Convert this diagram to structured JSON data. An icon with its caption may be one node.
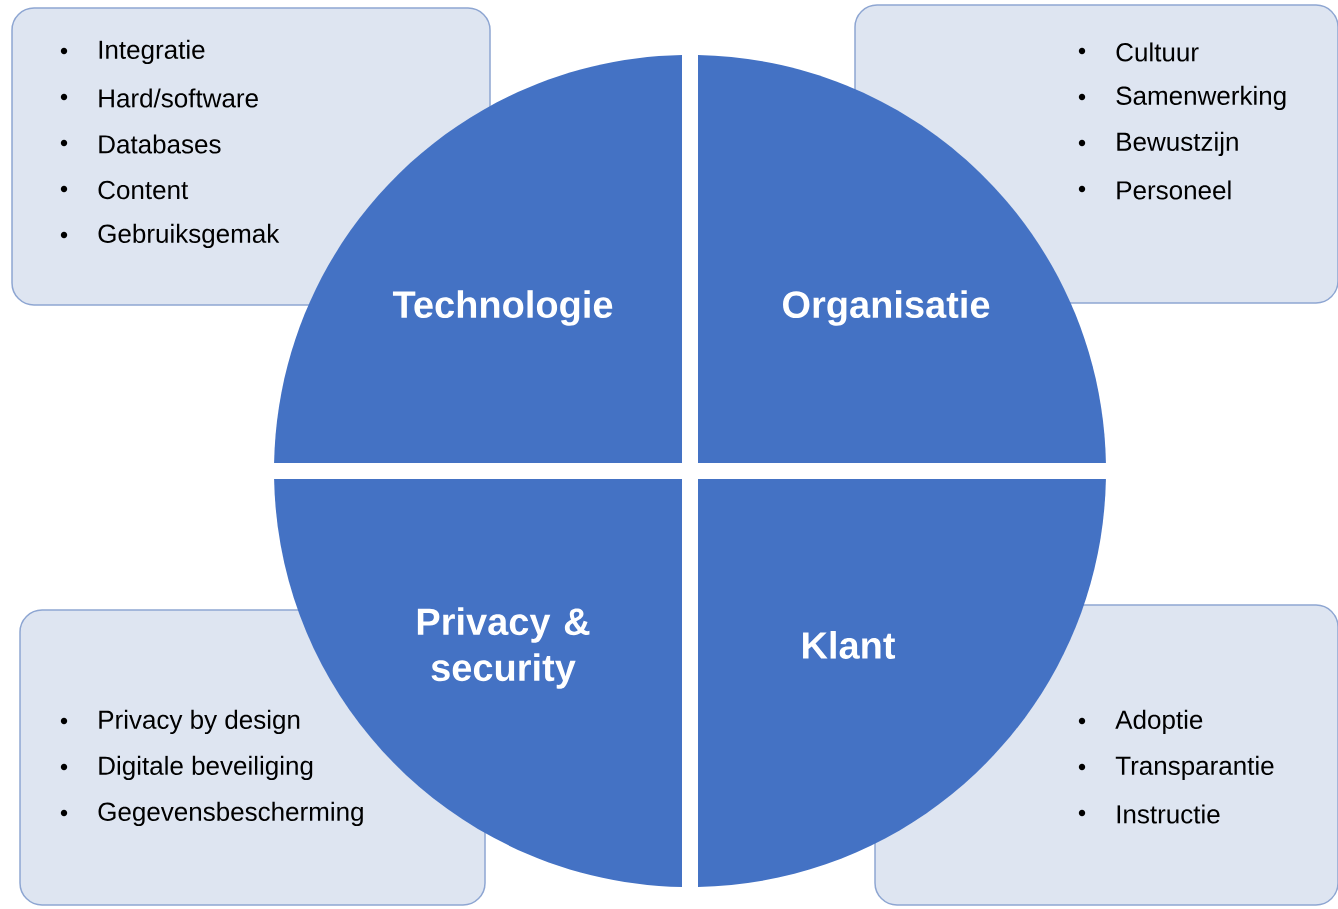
{
  "diagram": {
    "nodes": [
      {
        "text": [
          "Integratie",
          "Hard/software",
          "Databases",
          "Content",
          "Gebruiksgemak"
        ]
      },
      {
        "text": [
          "Cultuur",
          "Samenwerking",
          "Bewustzijn",
          "Personeel"
        ]
      },
      {
        "text": [
          "Technologie"
        ]
      },
      {
        "text": [
          "Organisatie"
        ]
      },
      {
        "text": [
          "Privacy & security"
        ]
      },
      {
        "text": [
          "Klant"
        ]
      },
      {
        "text": [
          "Privacy by design",
          "Digitale beveiliging",
          "Gegevensbescherming"
        ]
      },
      {
        "text": [
          "Adoptie",
          "Transparantie",
          "Instructie"
        ]
      }
    ]
  }
}
